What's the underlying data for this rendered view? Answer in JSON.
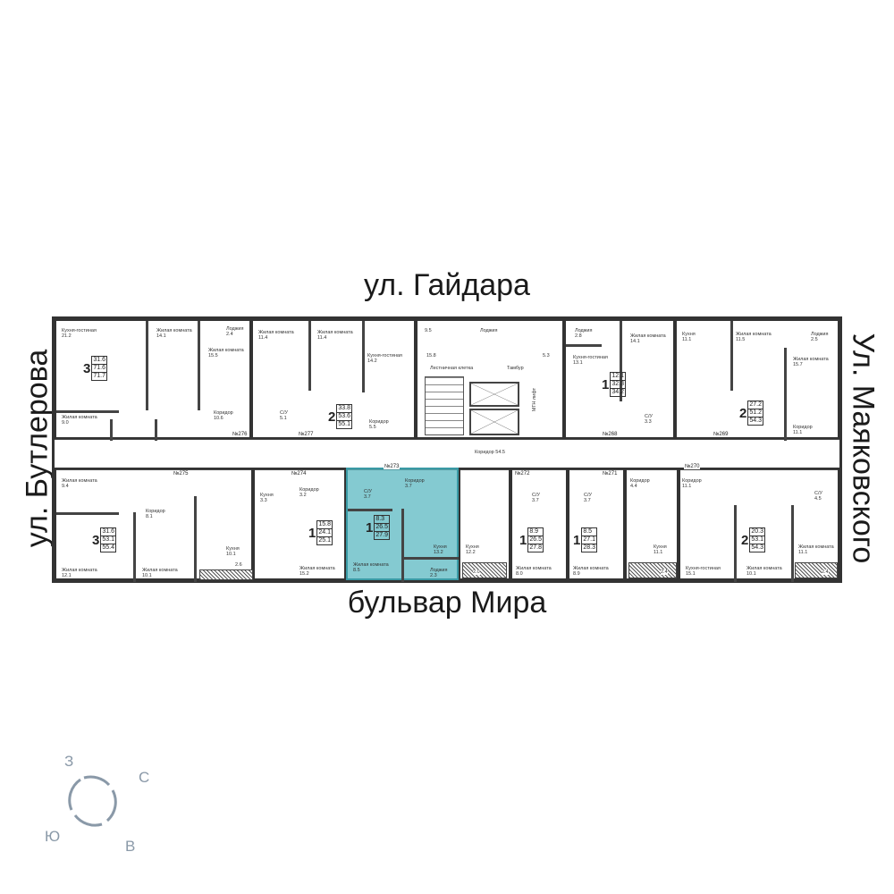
{
  "streets": {
    "top": "ул. Гайдара",
    "bottom": "бульвар Мира",
    "left": "ул. Бутлерова",
    "right": "Ул. Маяковского"
  },
  "compass": {
    "north": "С",
    "south": "Ю",
    "east": "В",
    "west": "З"
  },
  "highlight_color": "#5bb8c2",
  "core": {
    "stairs": "Лестничная клетка",
    "vestibule": "Тамбур",
    "lobby": "Лоджия",
    "corridor": "Коридор",
    "corridor_area": "54.5",
    "stairs_area": "15.8",
    "lobby_area": "9.5",
    "vestibule_area": "5.3",
    "lift_note": "МГН лифт"
  },
  "apartments": [
    {
      "no": "№276",
      "rooms": "3",
      "living": "31.6",
      "total": "71.6",
      "full": "71.7"
    },
    {
      "no": "№277",
      "rooms": "2",
      "living": "33.8",
      "total": "53.6",
      "full": "55.1"
    },
    {
      "no": "№268",
      "rooms": "1",
      "living": "12.1",
      "total": "32.3",
      "full": "34.2"
    },
    {
      "no": "№269",
      "rooms": "2",
      "living": "27.2",
      "total": "51.2",
      "full": "54.3"
    },
    {
      "no": "№275",
      "rooms": "3",
      "living": "31.6",
      "total": "53.1",
      "full": "55.4"
    },
    {
      "no": "№274",
      "rooms": "1",
      "living": "15.8",
      "total": "24.1",
      "full": "25.1"
    },
    {
      "no": "№273",
      "rooms": "1",
      "living": "8.3",
      "total": "26.5",
      "full": "27.9"
    },
    {
      "no": "№272",
      "rooms": "1",
      "living": "8.9",
      "total": "26.5",
      "full": "27.8"
    },
    {
      "no": "№271",
      "rooms": "1",
      "living": "8.5",
      "total": "27.1",
      "full": "28.3"
    },
    {
      "no": "№270",
      "rooms": "2",
      "living": "20.3",
      "total": "53.1",
      "full": "54.3"
    }
  ],
  "rooms": {
    "kitchen_living": "Кухня-гостиная",
    "living_room": "Жилая комната",
    "kitchen": "Кухня",
    "bathroom": "С/У",
    "hall": "Коридор",
    "loggia": "Лоджия",
    "a1": "21.2",
    "a2": "14.1",
    "a3": "15.5",
    "a4": "10.6",
    "a5": "9.0",
    "a6": "2.4",
    "b1": "11.4",
    "b2": "11.4",
    "b3": "14.2",
    "b4": "5.1",
    "b5": "5.5",
    "c1": "13.1",
    "c2": "14.1",
    "c3": "3.3",
    "c4": "2.8",
    "d1": "11.1",
    "d2": "11.5",
    "d3": "15.7",
    "d4": "11.1",
    "d5": "2.5",
    "e1": "9.4",
    "e2": "12.1",
    "e3": "10.1",
    "e4": "8.1",
    "e5": "10.1",
    "e6": "2.6",
    "f1": "3.2",
    "f2": "15.2",
    "f3": "3.3",
    "g1": "3.7",
    "g2": "3.7",
    "g3": "8.5",
    "g4": "13.2",
    "g5": "2.3",
    "h1": "12.2",
    "h2": "2.0",
    "i1": "8.0",
    "i2": "8.9",
    "i3": "4.4",
    "i4": "11.1",
    "i5": "2.4",
    "j1": "11.1",
    "j2": "15.1",
    "j3": "10.1",
    "j4": "11.1",
    "j5": "2.4",
    "j6": "4.5"
  }
}
